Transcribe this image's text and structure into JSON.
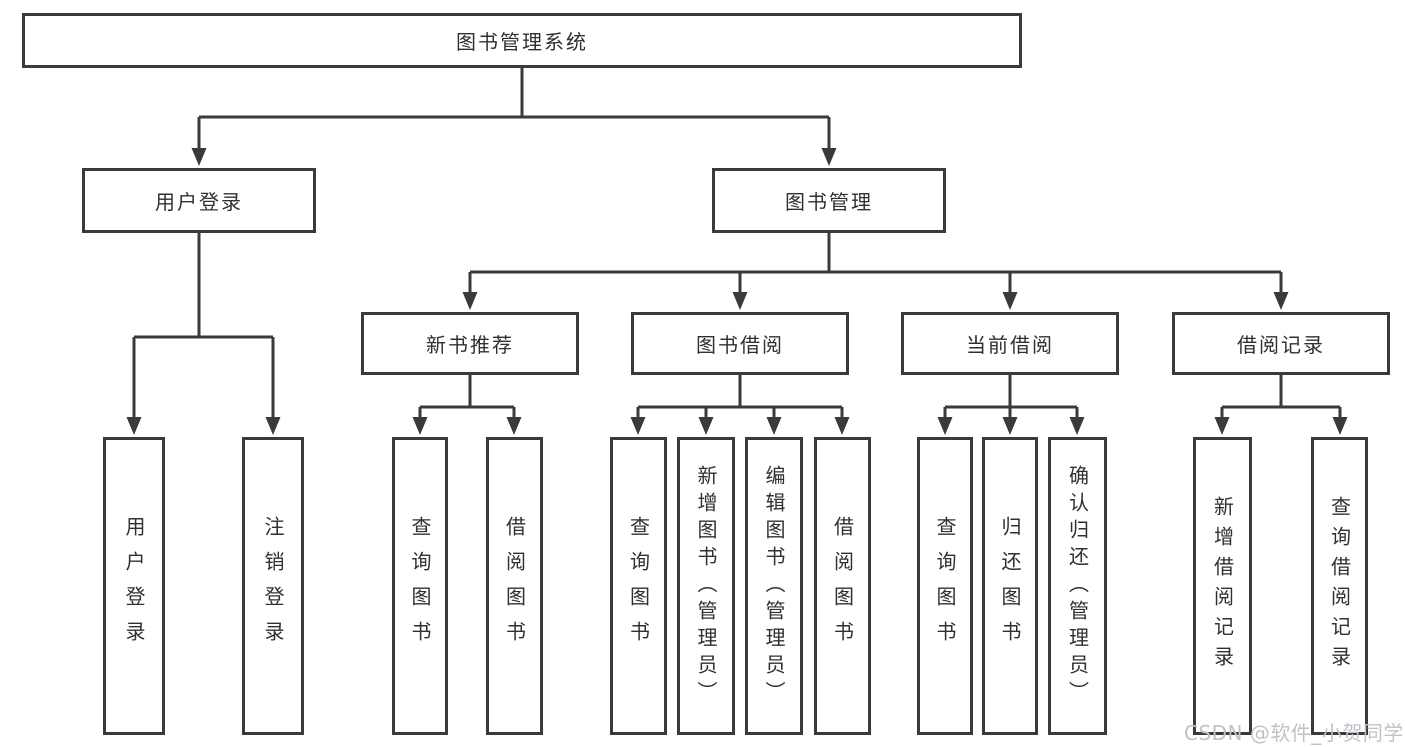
{
  "tree": {
    "root": {
      "label": "图书管理系统"
    },
    "branches": [
      {
        "label": "用户登录",
        "children": [
          {
            "label": "用户登录"
          },
          {
            "label": "注销登录"
          }
        ]
      },
      {
        "label": "图书管理",
        "children": [
          {
            "label": "新书推荐",
            "children": [
              {
                "label": "查询图书"
              },
              {
                "label": "借阅图书"
              }
            ]
          },
          {
            "label": "图书借阅",
            "children": [
              {
                "label": "查询图书"
              },
              {
                "label": "新增图书（管理员）"
              },
              {
                "label": "编辑图书（管理员）"
              },
              {
                "label": "借阅图书"
              }
            ]
          },
          {
            "label": "当前借阅",
            "children": [
              {
                "label": "查询图书"
              },
              {
                "label": "归还图书"
              },
              {
                "label": "确认归还（管理员）"
              }
            ]
          },
          {
            "label": "借阅记录",
            "children": [
              {
                "label": "新增借阅记录"
              },
              {
                "label": "查询借阅记录"
              }
            ]
          }
        ]
      }
    ]
  },
  "watermark": {
    "text": "CSDN @软件_小贺同学"
  },
  "colors": {
    "line": "#3a3a3a",
    "border": "#3a3a3a",
    "text": "#303030",
    "watermark": "#bfc2c9",
    "background": "#ffffff"
  }
}
